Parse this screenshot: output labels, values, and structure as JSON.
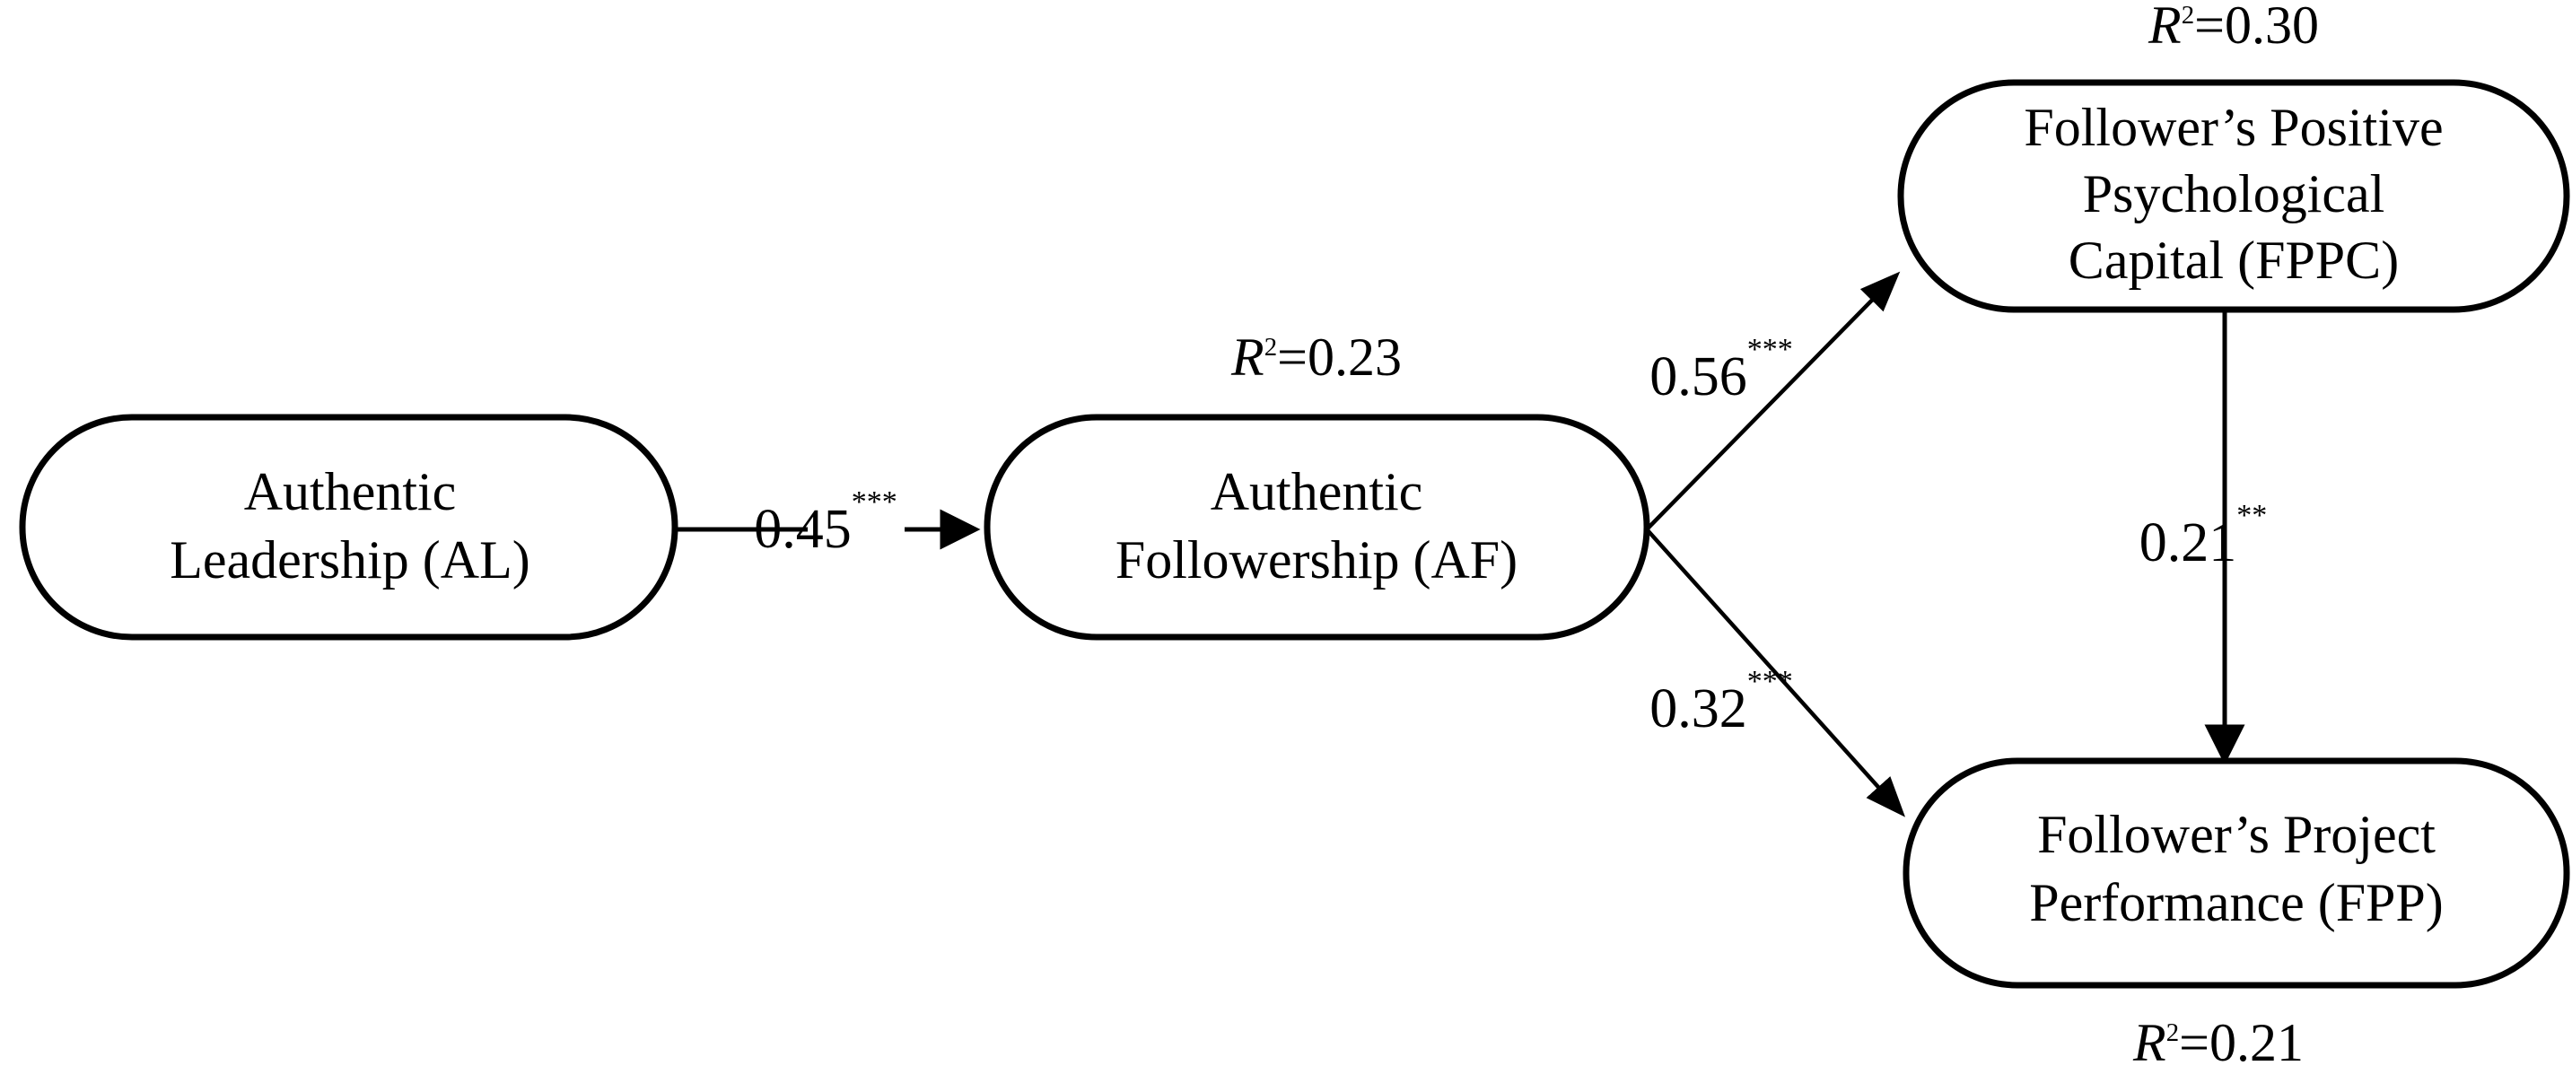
{
  "diagram": {
    "type": "path-model",
    "title": "Authentic Leadership Structural Path Model",
    "nodes": [
      {
        "id": "AL",
        "name": "authentic-leadership",
        "lines": [
          "Authentic",
          "Leadership (AL)"
        ],
        "line1": "Authentic",
        "line2": "Leadership (AL)",
        "r2": null
      },
      {
        "id": "AF",
        "name": "authentic-followership",
        "lines": [
          "Authentic",
          "Followership (AF)"
        ],
        "line1": "Authentic",
        "line2": "Followership (AF)",
        "r2": "0.23",
        "r2_label": "R2=0.23",
        "r2_position": "above"
      },
      {
        "id": "FPPC",
        "name": "follower-positive-psychological-capital",
        "lines": [
          "Follower’s Positive",
          "Psychological",
          "Capital (FPPC)"
        ],
        "line1": "Follower’s Positive",
        "line2": "Psychological",
        "line3": "Capital (FPPC)",
        "r2": "0.30",
        "r2_label": "R2=0.30",
        "r2_position": "above"
      },
      {
        "id": "FPP",
        "name": "follower-project-performance",
        "lines": [
          "Follower’s Project",
          "Performance (FPP)"
        ],
        "line1": "Follower’s Project",
        "line2": "Performance (FPP)",
        "r2": "0.21",
        "r2_label": "R2=0.21",
        "r2_position": "below"
      }
    ],
    "edges": [
      {
        "id": "AL-AF",
        "name": "path-al-to-af",
        "from": "AL",
        "to": "AF",
        "coefficient": "0.45",
        "significance": "***",
        "label": "0.45***"
      },
      {
        "id": "AF-FPPC",
        "name": "path-af-to-fppc",
        "from": "AF",
        "to": "FPPC",
        "coefficient": "0.56",
        "significance": "***",
        "label": "0.56***"
      },
      {
        "id": "AF-FPP",
        "name": "path-af-to-fpp",
        "from": "AF",
        "to": "FPP",
        "coefficient": "0.32",
        "significance": "***",
        "label": "0.32***"
      },
      {
        "id": "FPPC-FPP",
        "name": "path-fppc-to-fpp",
        "from": "FPPC",
        "to": "FPP",
        "coefficient": "0.21",
        "significance": "**",
        "label": "0.21**"
      }
    ],
    "r2_symbol": "R",
    "r2_exponent": "2",
    "r2_equals": "=",
    "colors": {
      "stroke": "#000000",
      "fill": "#ffffff",
      "text": "#000000"
    }
  }
}
